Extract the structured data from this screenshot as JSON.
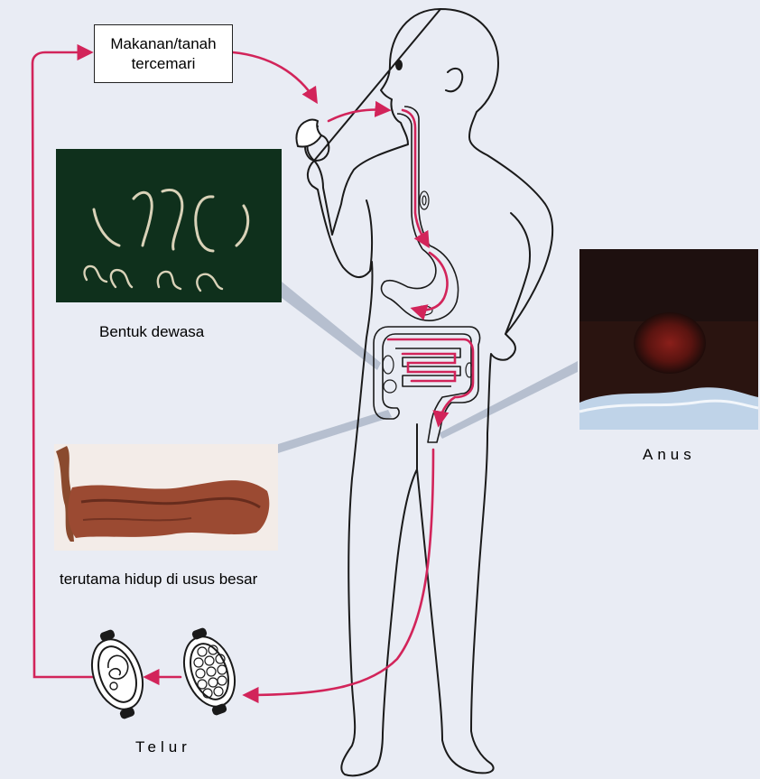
{
  "labels": {
    "source_line1": "Makanan/tanah",
    "source_line2": "tercemari",
    "adult": "Bentuk dewasa",
    "colon": "terutama hidup di usus besar",
    "anus": "Anus",
    "eggs": "Telur"
  },
  "colors": {
    "background": "#e9ecf4",
    "arrow": "#d2245a",
    "outline": "#1a1a1a",
    "pointer": "#a9b4c6",
    "photo_worms_bg": "#133a22",
    "photo_anus_bg": "#2a1410",
    "photo_colon_bg": "#f3ece8"
  }
}
